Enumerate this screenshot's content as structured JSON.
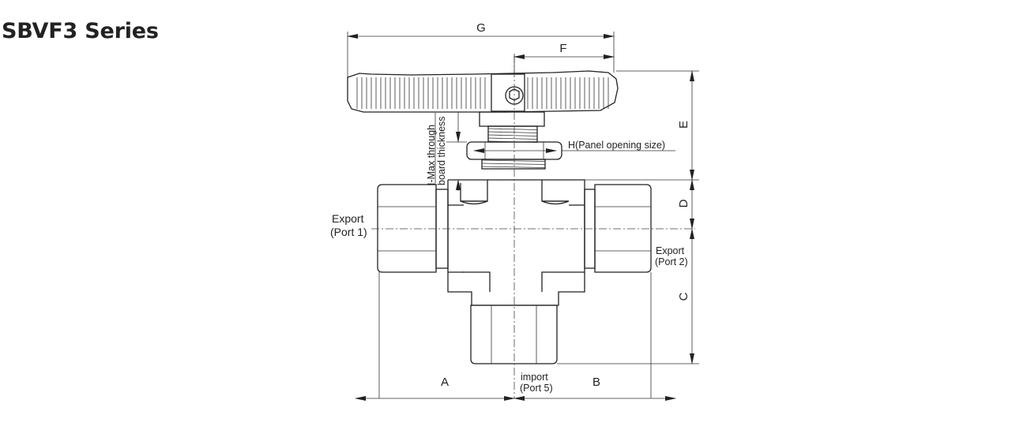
{
  "page": {
    "title": "SBVF3 Series"
  },
  "diagram": {
    "dimensions": {
      "a": "A",
      "b": "B",
      "c": "C",
      "d": "D",
      "e": "E",
      "f": "F",
      "g": "G",
      "h": "H(Panel opening size)",
      "i_line1": "I-Max through",
      "i_line2": "board thickness"
    },
    "ports": {
      "port1_line1": "Export",
      "port1_line2": "(Port 1)",
      "port2_line1": "Export",
      "port2_line2": "(Port 2)",
      "port5_line1": "import",
      "port5_line2": "(Port 5)"
    }
  }
}
